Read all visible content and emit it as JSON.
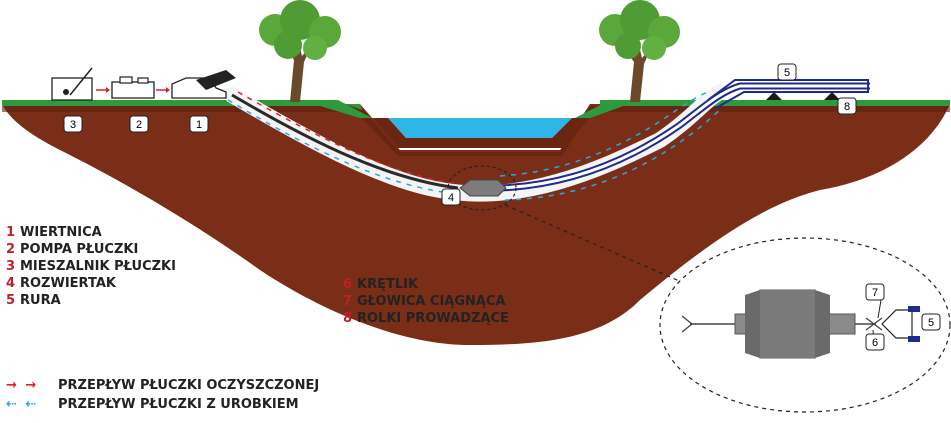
{
  "diagram": {
    "markers": {
      "m1": "1",
      "m2": "2",
      "m3": "3",
      "m4": "4",
      "m5": "5",
      "m8": "8",
      "d5": "5",
      "d6": "6",
      "d7": "7"
    },
    "legend_left": [
      {
        "num": "1",
        "text": "WIERTNICA"
      },
      {
        "num": "2",
        "text": "POMPA PŁUCZKI"
      },
      {
        "num": "3",
        "text": "MIESZALNIK PŁUCZKI"
      },
      {
        "num": "4",
        "text": "ROZWIERTAK"
      },
      {
        "num": "5",
        "text": "RURA"
      }
    ],
    "legend_right": [
      {
        "num": "6",
        "text": "KRĘTLIK"
      },
      {
        "num": "7",
        "text": "GŁOWICA CIĄGNĄCA"
      },
      {
        "num": "8",
        "text": "ROLKI PROWADZĄCE"
      }
    ],
    "flow_legend": [
      {
        "arrows": "→ →",
        "text": "PRZEPŁYW PŁUCZKI OCZYSZCZONEJ",
        "color": "#d9232e"
      },
      {
        "arrows": "⇠ ⇠",
        "text": "PRZEPŁYW PŁUCZKI Z UROBKIEM",
        "color": "#2aa7df"
      }
    ],
    "colors": {
      "soil": "#7a2e17",
      "grass": "#2f9a3c",
      "water": "#2fb6e8",
      "pipe": "#1e2b8c",
      "clean_flow": "#d9232e",
      "dirty_flow": "#2aa7df"
    }
  }
}
